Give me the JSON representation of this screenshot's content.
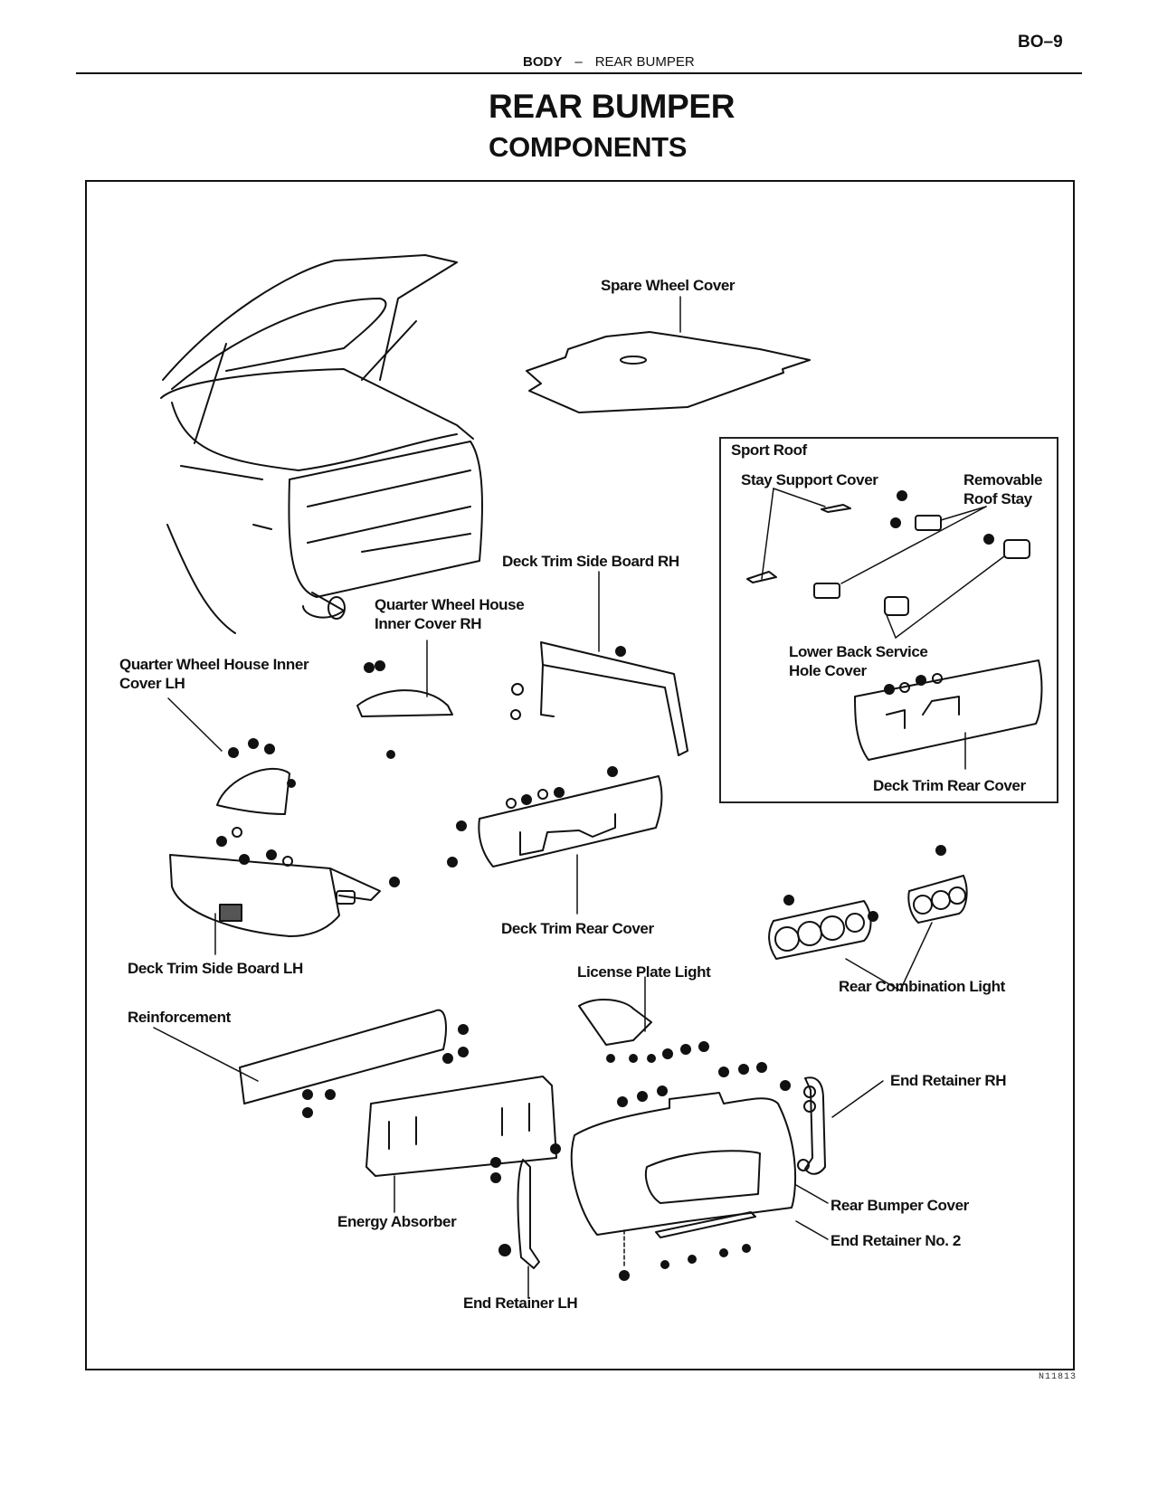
{
  "header": {
    "section": "BODY",
    "separator": "–",
    "subsection": "REAR BUMPER",
    "page_number": "BO–9"
  },
  "title": "REAR BUMPER",
  "subtitle": "COMPONENTS",
  "diagram": {
    "labels": {
      "spare_wheel_cover": "Spare Wheel Cover",
      "quarter_wheel_house_inner_cover_rh": "Quarter Wheel House Inner Cover RH",
      "quarter_wheel_house_inner_cover_lh": "Quarter Wheel House Inner Cover LH",
      "deck_trim_side_board_rh": "Deck Trim Side Board RH",
      "deck_trim_side_board_lh": "Deck Trim Side Board LH",
      "deck_trim_rear_cover": "Deck Trim Rear Cover",
      "license_plate_light": "License Plate Light",
      "rear_combination_light": "Rear Combination Light",
      "reinforcement": "Reinforcement",
      "end_retainer_rh": "End Retainer RH",
      "rear_bumper_cover": "Rear Bumper Cover",
      "end_retainer_no2": "End Retainer No. 2",
      "energy_absorber": "Energy Absorber",
      "end_retainer_lh": "End Retainer LH"
    },
    "inset": {
      "title": "Sport Roof",
      "labels": {
        "stay_support_cover": "Stay Support Cover",
        "removable_roof_stay": "Removable Roof Stay",
        "lower_back_service_hole_cover": "Lower Back Service Hole Cover",
        "deck_trim_rear_cover": "Deck Trim Rear Cover"
      }
    },
    "figure_code": "N11813"
  }
}
